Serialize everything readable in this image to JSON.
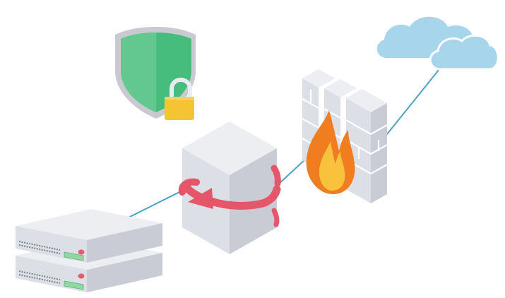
{
  "scene": {
    "nodes": [
      {
        "id": "server-rack",
        "icon": "server-rack-icon"
      },
      {
        "id": "proxy-box",
        "icon": "proxy-box-icon"
      },
      {
        "id": "firewall",
        "icon": "firewall-icon"
      },
      {
        "id": "cloud",
        "icon": "cloud-icon"
      },
      {
        "id": "security-shield",
        "icon": "shield-lock-icon"
      }
    ],
    "links": [
      {
        "from": "server-rack",
        "to": "proxy-box"
      },
      {
        "from": "proxy-box",
        "to": "firewall"
      },
      {
        "from": "firewall",
        "to": "cloud"
      }
    ],
    "colors": {
      "background": "#ffffff",
      "connection": "#4aa3c4",
      "box_light": "#eceef2",
      "box_mid": "#dcdfe5",
      "box_dark": "#c9ccd4",
      "shield_green": "#47bd7d",
      "shield_green_light": "#63c890",
      "shield_rim": "#c8cad0",
      "lock_gold": "#f4c433",
      "arrow_red": "#e5566a",
      "flame_orange": "#f07d1f",
      "flame_yellow": "#f9c23c",
      "cloud_blue": "#a7d5ec",
      "led_red": "#e85a6e",
      "led_green": "#8fd8a2"
    }
  }
}
